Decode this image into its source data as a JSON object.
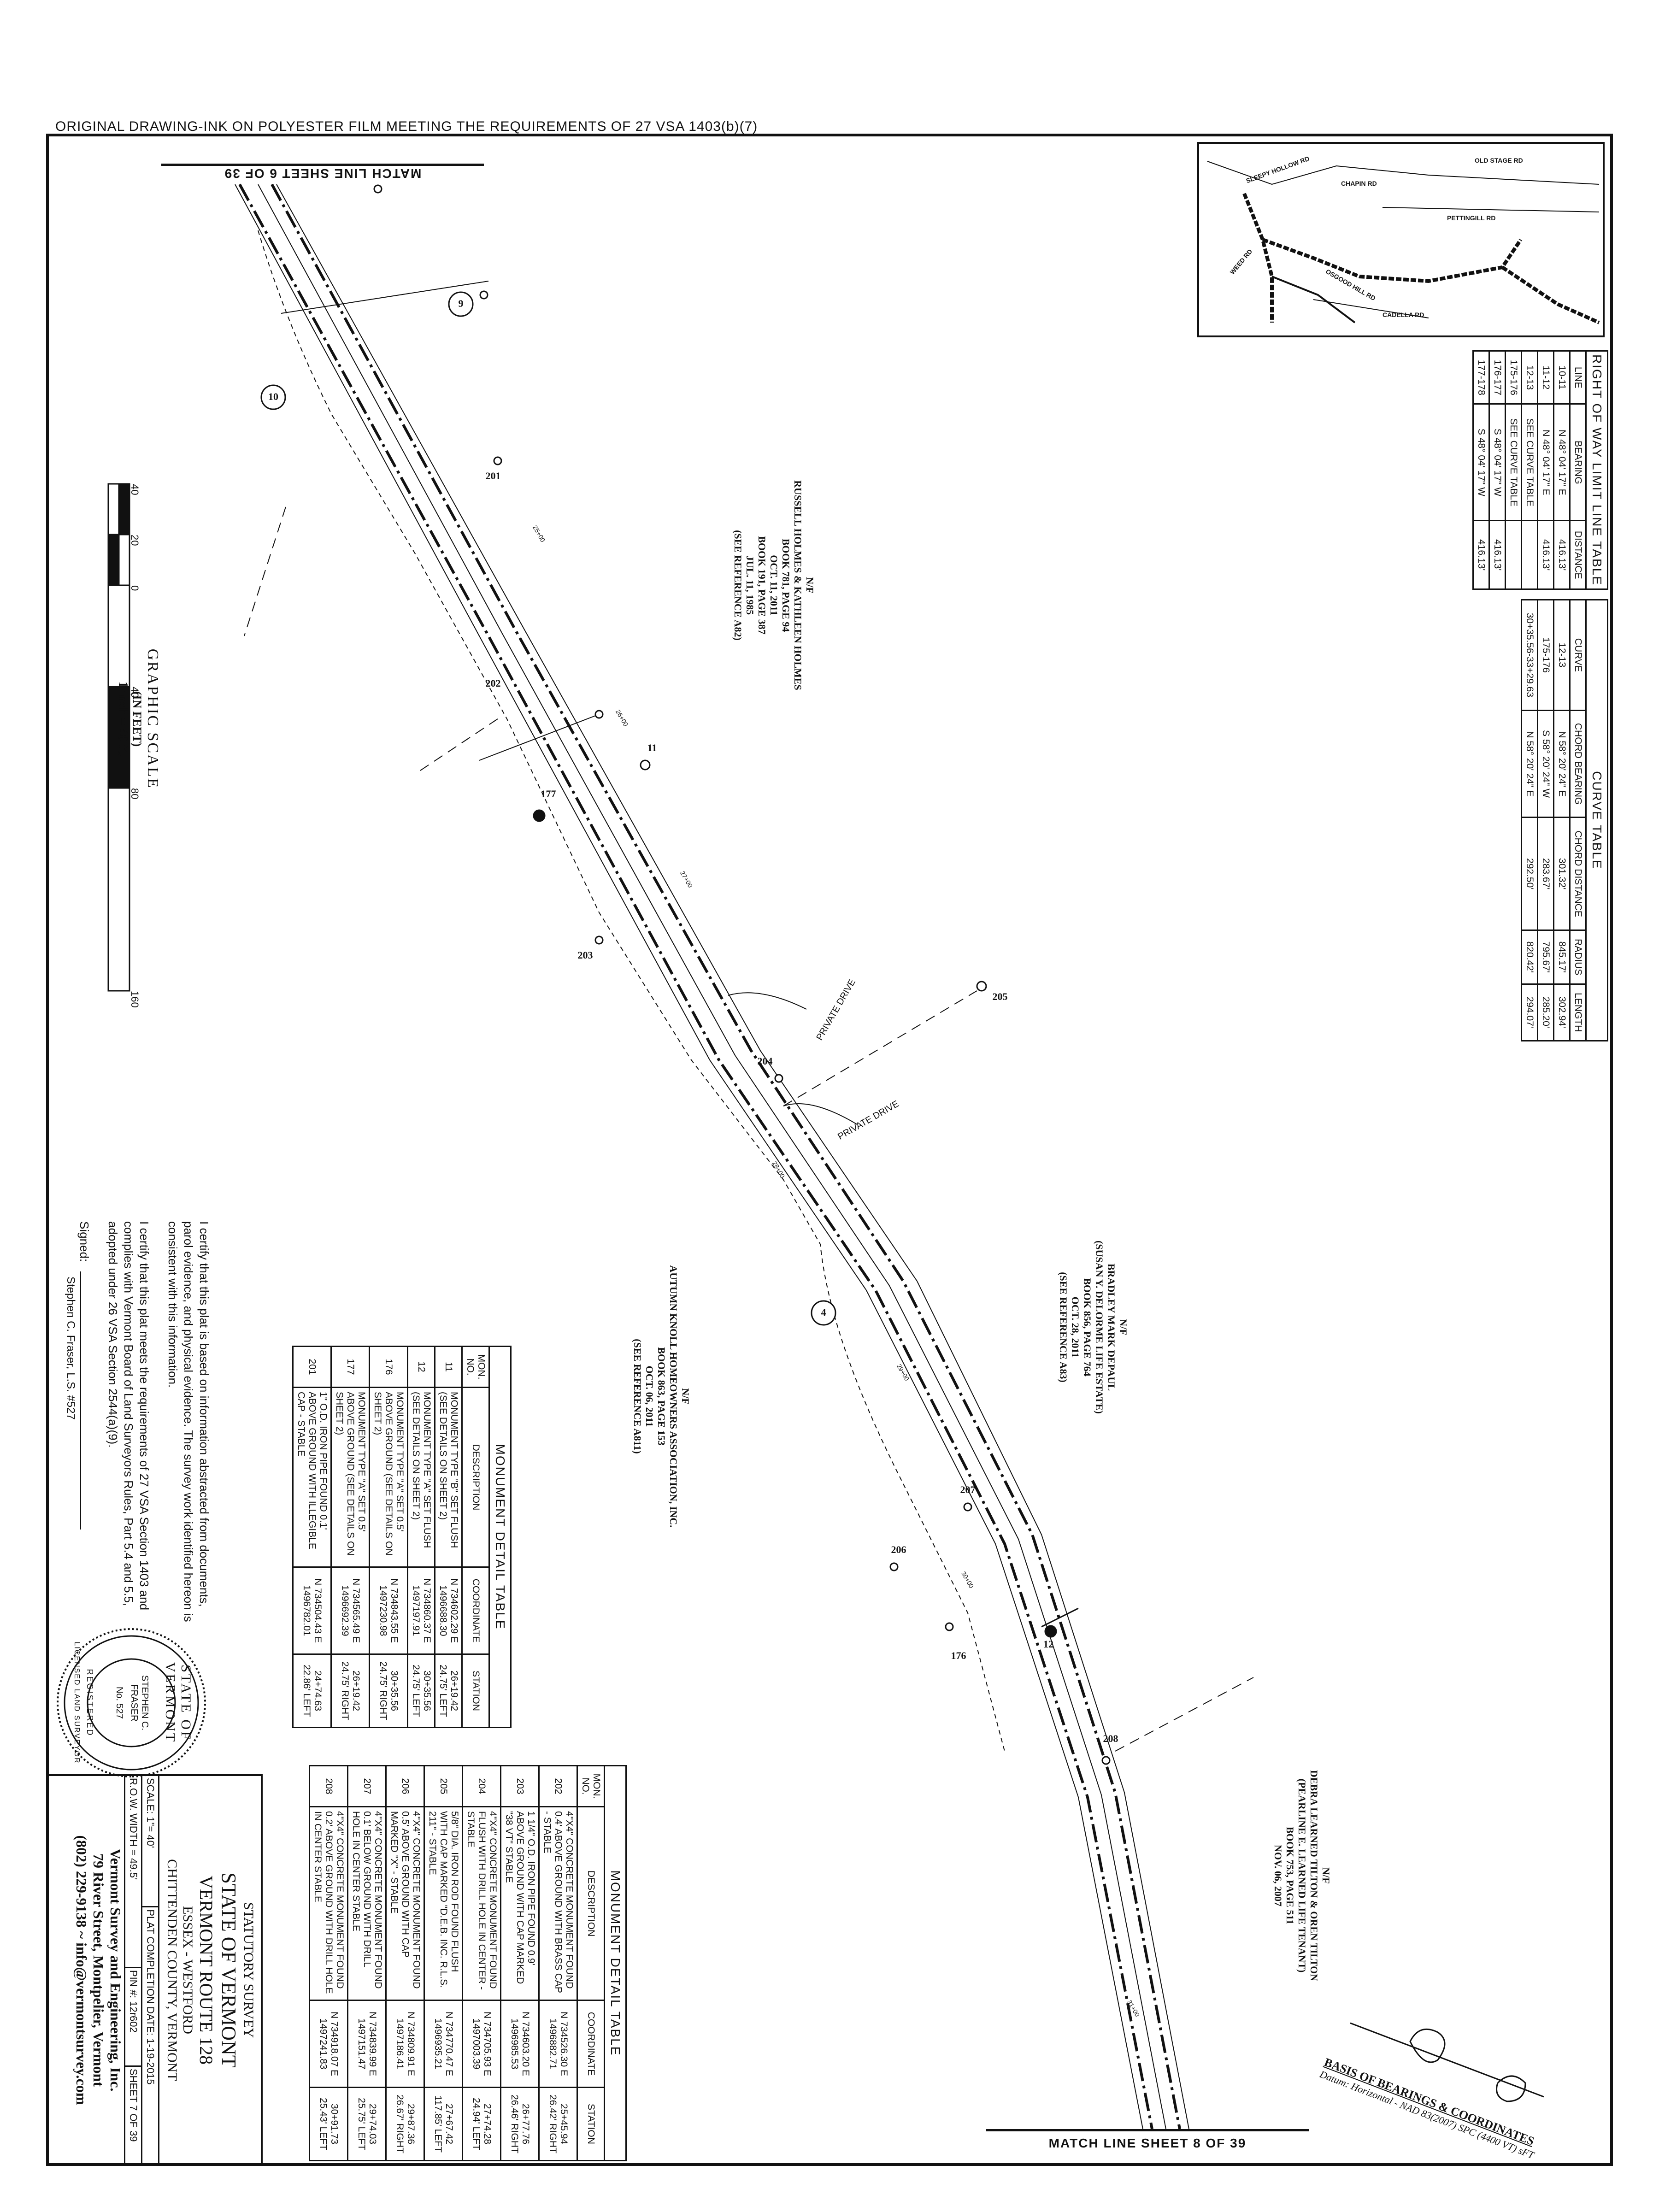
{
  "header_note": "ORIGINAL DRAWING-INK ON POLYESTER FILM MEETING THE REQUIREMENTS OF 27 VSA 1403(b)(7)",
  "match_line_top": "MATCH LINE SHEET 6 OF 39",
  "match_line_bottom": "MATCH LINE SHEET 8 OF 39",
  "row_table": {
    "title": "RIGHT OF WAY LIMIT LINE TABLE",
    "headers": [
      "LINE",
      "BEARING",
      "DISTANCE"
    ],
    "rows": [
      [
        "10-11",
        "N 48° 04' 17\" E",
        "416.13'"
      ],
      [
        "11-12",
        "N 48° 04' 17\" E",
        "416.13'"
      ],
      [
        "12-13",
        "SEE CURVE TABLE",
        ""
      ],
      [
        "175-176",
        "SEE CURVE TABLE",
        ""
      ],
      [
        "176-177",
        "S 48° 04' 17\" W",
        "416.13'"
      ],
      [
        "177-178",
        "S 48° 04' 17\" W",
        "416.13'"
      ]
    ]
  },
  "curve_table": {
    "title": "CURVE TABLE",
    "headers": [
      "CURVE",
      "CHORD BEARING",
      "CHORD DISTANCE",
      "RADIUS",
      "LENGTH"
    ],
    "rows": [
      [
        "12-13",
        "N 58° 20' 24\" E",
        "301.32'",
        "845.17'",
        "302.94'"
      ],
      [
        "175-176",
        "S 58° 20' 24\" W",
        "283.67'",
        "795.67'",
        "285.20'"
      ],
      [
        "30+35.56-33+29.63",
        "N 58° 20' 24\" E",
        "292.50'",
        "820.42'",
        "294.07'"
      ]
    ]
  },
  "monument_table_1": {
    "title": "MONUMENT DETAIL TABLE",
    "headers": [
      "MON. NO.",
      "DESCRIPTION",
      "COORDINATE",
      "STATION"
    ],
    "rows": [
      [
        "11",
        "MONUMENT TYPE \"B\" SET FLUSH (SEE DETAILS ON SHEET 2)",
        "N 734602.29 E 1496688.30",
        "26+19.42 24.75' LEFT"
      ],
      [
        "12",
        "MONUMENT TYPE \"A\" SET FLUSH (SEE DETAILS ON SHEET 2)",
        "N 734860.37 E 1497197.91",
        "30+35.56 24.75' LEFT"
      ],
      [
        "176",
        "MONUMENT TYPE \"A\" SET 0.5' ABOVE GROUND (SEE DETAILS ON SHEET 2)",
        "N 734843.55 E 1497230.98",
        "30+35.56 24.75' RIGHT"
      ],
      [
        "177",
        "MONUMENT TYPE \"A\" SET 0.5' ABOVE GROUND (SEE DETAILS ON SHEET 2)",
        "N 734565.49 E 1496692.39",
        "26+19.42 24.75' RIGHT"
      ],
      [
        "201",
        "1\" O.D. IRON PIPE FOUND 0.1' ABOVE GROUND WITH ILLEGIBLE CAP - STABLE",
        "N 734504.43 E 1496782.01",
        "24+74.63 22.86' LEFT"
      ]
    ]
  },
  "monument_table_2": {
    "title": "MONUMENT DETAIL TABLE",
    "headers": [
      "MON. NO.",
      "DESCRIPTION",
      "COORDINATE",
      "STATION"
    ],
    "rows": [
      [
        "202",
        "4\"X4\" CONCRETE MONUMENT FOUND 0.4' ABOVE GROUND WITH BRASS CAP - STABLE",
        "N 734526.30 E 1496882.71",
        "25+45.94 26.42' RIGHT"
      ],
      [
        "203",
        "1 1/4\" O.D. IRON PIPE FOUND 0.9' ABOVE GROUND WITH CAP MARKED \"38 VT\" STABLE",
        "N 734603.20 E 1496985.53",
        "26+77.76 26.46' RIGHT"
      ],
      [
        "204",
        "4\"X4\" CONCRETE MONUMENT FOUND FLUSH WITH DRILL HOLE IN CENTER - STABLE",
        "N 734705.93 E 1497003.39",
        "27+74.28 24.94' LEFT"
      ],
      [
        "205",
        "5/8\" DIA. IRON ROD FOUND FLUSH WITH CAP MARKED \"D.E.B. INC. R.L.S. 211\" - STABLE",
        "N 734770.47 E 1496935.21",
        "27+67.42 117.85' LEFT"
      ],
      [
        "206",
        "4\"X4\" CONCRETE MONUMENT FOUND 0.5' ABOVE GROUND WITH CAP MARKED \"X\" - STABLE",
        "N 734809.91 E 1497186.41",
        "29+87.36 26.67' RIGHT"
      ],
      [
        "207",
        "4\"X4\" CONCRETE MONUMENT FOUND 0.1' BELOW GROUND WITH DRILL HOLE IN CENTER STABLE",
        "N 734839.99 E 1497151.47",
        "29+74.03 25.75' LEFT"
      ],
      [
        "208",
        "4\"X4\" CONCRETE MONUMENT FOUND 0.2' ABOVE GROUND WITH DRILL HOLE IN CENTER STABLE",
        "N 734918.07 E 1497241.83",
        "30+91.73 25.43' LEFT"
      ]
    ]
  },
  "graphic_scale": {
    "title": "GRAPHIC SCALE",
    "ticks": [
      "40",
      "20",
      "0",
      "40",
      "80",
      "160"
    ],
    "unit": "(IN FEET)",
    "ratio": "1 inch = 40 ft."
  },
  "certification": {
    "para1": "I certify that this plat is based on information abstracted from documents, parol evidence, and physical evidence. The survey work identified hereon is consistent with this information.",
    "para2": "I certify that this plat meets the requirements of 27 VSA Section 1403 and complies with Vermont Board of Land Surveyors Rules, Part 5.4 and 5.5, adopted under 26 VSA Section 2544(a)(9).",
    "signed_label": "Signed:",
    "signer": "Stephen C. Fraser, L.S. #527"
  },
  "seal": {
    "outer_top": "STATE OF VERMONT",
    "name": "STEPHEN C. FRASER",
    "number": "No. 527",
    "outer_bottom": "LICENSED LAND SURVEYOR",
    "registered": "REGISTERED"
  },
  "title_block": {
    "type": "STATUTORY SURVEY",
    "state": "STATE OF VERMONT",
    "route": "VERMONT ROUTE 128",
    "towns": "ESSEX - WESTFORD",
    "county": "CHITTENDEN COUNTY, VERMONT",
    "scale": "SCALE: 1\"= 40'",
    "plat_date": "PLAT COMPLETION DATE: 1-19-2015",
    "row_width": "R.O.W. WIDTH = 49.5'",
    "pin": "PIN #: 12r602",
    "sheet": "SHEET 7 OF 39",
    "firm": "Vermont Survey and Engineering, Inc.",
    "address": "79 River Street, Montpelier, Vermont",
    "contact": "(802) 229-9138 ~ info@vermontsurvey.com"
  },
  "basis": {
    "title": "BASIS OF BEARINGS & COORDINATES",
    "datum": "Datum: Horizontal - NAD 83(2007) SPC (4400 VT) sFT"
  },
  "owners": [
    {
      "id": "holmes",
      "lines": [
        "N/F",
        "RUSSELL HOLMES & KATHLEEN HOLMES",
        "BOOK 781, PAGE 94",
        "OCT. 11, 2011",
        "BOOK 191, PAGE 387",
        "JUL. 11, 1985",
        "(SEE REFERENCE A82)"
      ]
    },
    {
      "id": "depaul",
      "lines": [
        "N/F",
        "BRADLEY MARK DEPAUL",
        "(SUSAN Y. DELORME LIFE ESTATE)",
        "BOOK 856, PAGE 764",
        "OCT. 28, 2011",
        "(SEE REFERENCE A83)"
      ]
    },
    {
      "id": "autumn-knoll",
      "lines": [
        "N/F",
        "AUTUMN KNOLL HOMEOWNERS ASSOCIATION, INC.",
        "BOOK 863, PAGE 153",
        "OCT. 06, 2011",
        "(SEE REFERENCE A811)"
      ]
    },
    {
      "id": "tilton",
      "lines": [
        "N/F",
        "DEBRA LEARNED TILTON & OREN TILTON",
        "(PEARLINE E. LEARNED LIFE TENANT)",
        "BOOK 753, PAGE 511",
        "NOV. 06, 2007"
      ]
    }
  ],
  "plan_labels": {
    "monuments": [
      "9",
      "10",
      "11",
      "12",
      "4",
      "176",
      "177",
      "201",
      "202",
      "203",
      "204",
      "205",
      "206",
      "207",
      "208"
    ],
    "private_drive": "PRIVATE DRIVE",
    "stations": [
      "25+00",
      "26+00",
      "27+00",
      "28+00",
      "29+00",
      "30+00",
      "31+00"
    ]
  },
  "locus_map": {
    "roads": [
      "CHAPIN RD",
      "PETTINGILL RD",
      "OSGOOD HILL RD",
      "WEED RD",
      "CADELLA RD",
      "SLEEPY HOLLOW RD",
      "OLD STAGE RD"
    ]
  },
  "colors": {
    "ink": "#111111",
    "paper": "#ffffff"
  }
}
